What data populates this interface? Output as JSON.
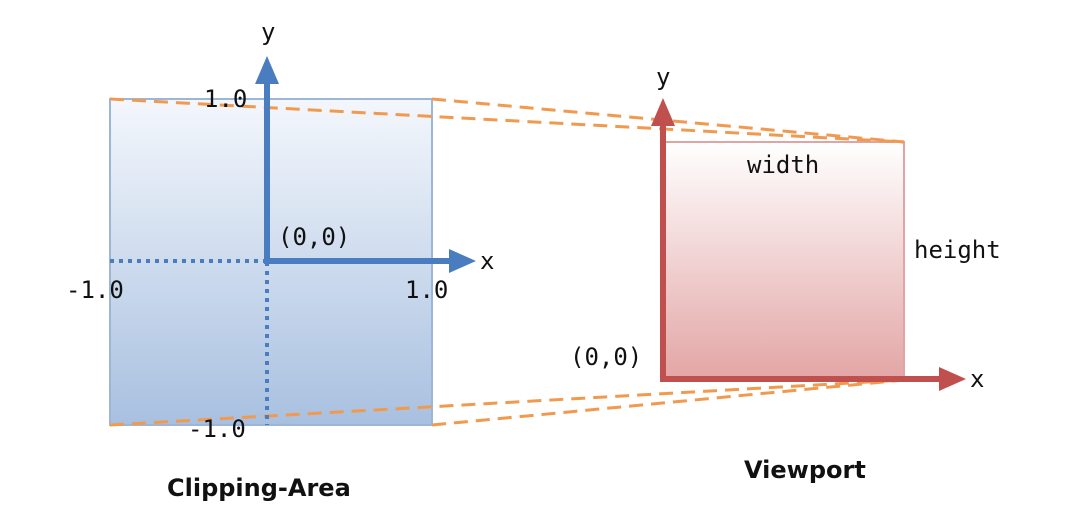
{
  "colors": {
    "clip_axis": "#4a7cc0",
    "viewport_axis": "#c0504d",
    "projection": "#f19a4f",
    "clip_fill_top": "#f4f7fc",
    "clip_fill_bottom": "#a8c0e0",
    "viewport_fill_top": "#ffffff",
    "viewport_fill_bottom": "#e3a5a5"
  },
  "clipping_area": {
    "caption": "Clipping-Area",
    "y_axis_label": "y",
    "x_axis_label": "x",
    "origin_label": "(0,0)",
    "top_label": "1.0",
    "bottom_label": "-1.0",
    "left_label": "-1.0",
    "right_label": "1.0"
  },
  "viewport": {
    "caption": "Viewport",
    "y_axis_label": "y",
    "x_axis_label": "x",
    "origin_label": "(0,0)",
    "width_label": "width",
    "height_label": "height"
  }
}
